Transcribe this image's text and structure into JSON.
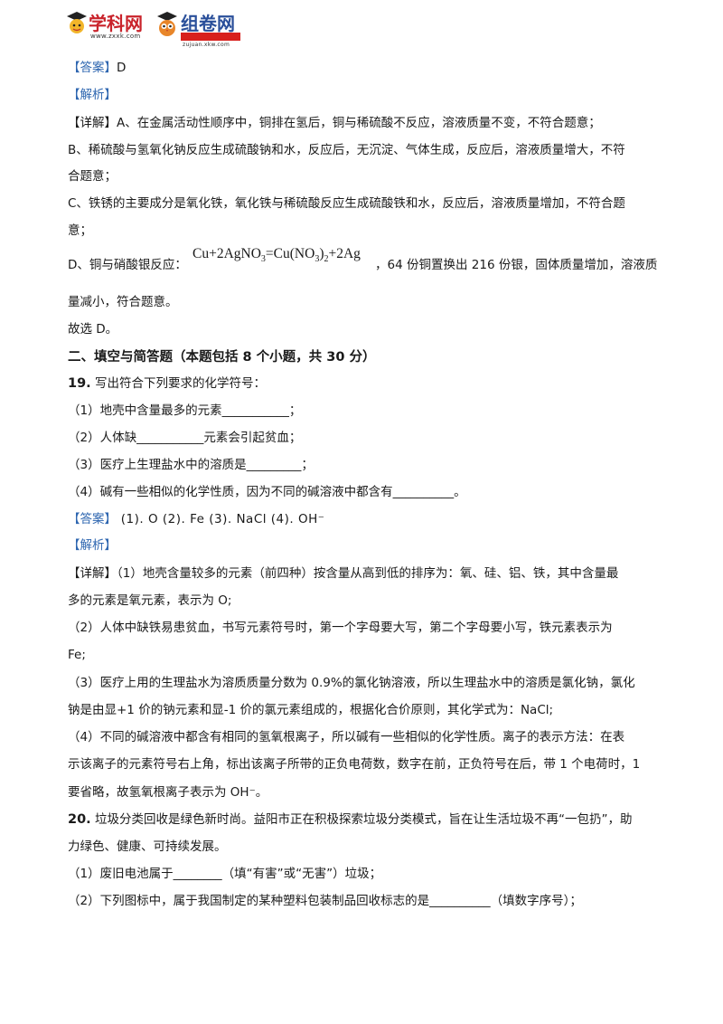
{
  "header": {
    "logo1_name": "学科网",
    "logo1_url": "www.zxxk.com",
    "logo2_name": "组卷网",
    "logo2_url": "zujuan.xkw.com"
  },
  "lines": {
    "l01_tag": "【答案】",
    "l01_val": "D",
    "l02": "【解析】",
    "l03": "【详解】A、在金属活动性顺序中，铜排在氢后，铜与稀硫酸不反应，溶液质量不变，不符合题意；",
    "l04": "B、稀硫酸与氢氧化钠反应生成硫酸钠和水，反应后，无沉淀、气体生成，反应后，溶液质量增大，不符",
    "l05": "合题意；",
    "l06": "C、铁锈的主要成分是氧化铁，氧化铁与稀硫酸反应生成硫酸铁和水，反应后，溶液质量增加，不符合题",
    "l07": "意；",
    "l08a": "D、铜与硝酸银反应：",
    "l08b": "，64 份铜置换出 216 份银，固体质量增加，溶液质",
    "l09": "量减小，符合题意。",
    "l10": "故选 D。",
    "l11": "二、填空与简答题（本题包括 8 个小题，共 30 分）",
    "l12_num": "19.",
    "l12": " 写出符合下列要求的化学符号：",
    "l13": "（1）地壳中含量最多的元素___________；",
    "l14": "（2）人体缺___________元素会引起贫血；",
    "l15": "（3）医疗上生理盐水中的溶质是_________；",
    "l16": "（4）碱有一些相似的化学性质，因为不同的碱溶液中都含有__________。",
    "l17_tag": "【答案】",
    "l17_val": "    (1). O    (2). Fe    (3). NaCl    (4). OH⁻",
    "l18": "【解析】",
    "l19": "【详解】（1）地壳含量较多的元素（前四种）按含量从高到低的排序为：氧、硅、铝、铁，其中含量最",
    "l20": "多的元素是氧元素，表示为 O;",
    "l21": "（2）人体中缺铁易患贫血，书写元素符号时，第一个字母要大写，第二个字母要小写，铁元素表示为",
    "l22": "Fe;",
    "l23": "（3）医疗上用的生理盐水为溶质质量分数为 0.9%的氯化钠溶液，所以生理盐水中的溶质是氯化钠，氯化",
    "l24": "钠是由显+1 价的钠元素和显-1 价的氯元素组成的，根据化合价原则，其化学式为：NaCl;",
    "l25": "（4）不同的碱溶液中都含有相同的氢氧根离子，所以碱有一些相似的化学性质。离子的表示方法：在表",
    "l26": "示该离子的元素符号右上角，标出该离子所带的正负电荷数，数字在前，正负符号在后，带 1 个电荷时，1",
    "l27": "要省略，故氢氧根离子表示为 OH⁻。",
    "l28_num": "20.",
    "l28": " 垃圾分类回收是绿色新时尚。益阳市正在积极探索垃圾分类模式，旨在让生活垃圾不再“一包扔”，助",
    "l29": "力绿色、健康、可持续发展。",
    "l30": "（1）废旧电池属于________（填“有害”或“无害”）垃圾；",
    "l31": "（2）下列图标中，属于我国制定的某种塑料包装制品回收标志的是__________（填数字序号）；"
  },
  "formula": {
    "cu": "Cu+2AgNO",
    "s3": "3",
    "mid": "=Cu(NO",
    "s3b": "3",
    "rp": ")",
    "s2": "2",
    "end": "+2Ag"
  }
}
